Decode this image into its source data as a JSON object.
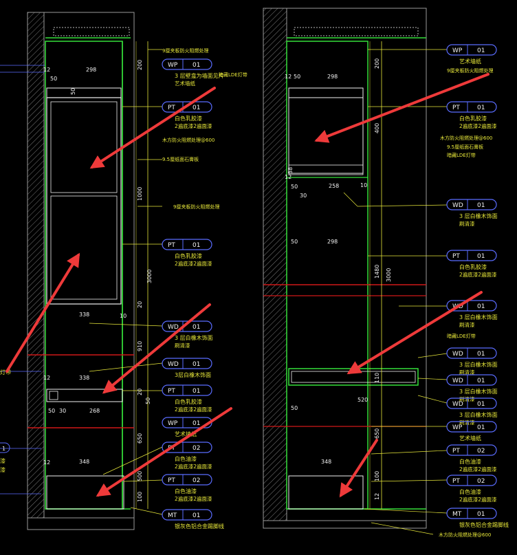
{
  "colors": {
    "background": "#000000",
    "wall_line": "#9a9a9a",
    "green": "#35e03a",
    "yellow": "#e8e83a",
    "white": "#f2f2f2",
    "blue": "#5a6cff",
    "red": "#d01818",
    "arrow": "#ee3a3a",
    "tag_border": "#5a6cff"
  },
  "left": {
    "tags": [
      {
        "code": "WP",
        "num": "01",
        "n1": "3 层壁龛为墙面见片",
        "n2": "艺术墙纸"
      },
      {
        "code": "PT",
        "num": "01",
        "n1": "白色乳胶漆",
        "n2": "2遍底漆2遍面漆"
      },
      {
        "code": "PT",
        "num": "01",
        "n1": "白色乳胶漆",
        "n2": "2遍底漆2遍面漆"
      },
      {
        "code": "WD",
        "num": "01",
        "n1": "3 层白橡木饰面",
        "n2": "刷清漆"
      },
      {
        "code": "WD",
        "num": "01",
        "n1": "3层白橡木饰面",
        "n2": ""
      },
      {
        "code": "PT",
        "num": "01",
        "n1": "白色乳胶漆",
        "n2": "2遍底漆2遍面漆"
      },
      {
        "code": "WP",
        "num": "01",
        "n1": "艺术墙纸",
        "n2": ""
      },
      {
        "code": "PT",
        "num": "02",
        "n1": "白色油漆",
        "n2": "2遍底漆2遍面漆"
      },
      {
        "code": "PT",
        "num": "02",
        "n1": "白色油漆",
        "n2": "2遍底漆2遍面漆"
      },
      {
        "code": "MT",
        "num": "01",
        "n1": "银灰色铝合金踢脚线",
        "n2": ""
      }
    ],
    "notes": [
      "9厘夹板防火阻燃处理",
      "暗藏LDE灯带",
      "木方防火阻燃处理@600",
      "9.5厘纸面石膏板",
      "9厘夹板防火阻燃处理"
    ],
    "dims": [
      "298",
      "50",
      "50",
      "200",
      "1000",
      "3000",
      "20",
      "910",
      "20",
      "50",
      "338",
      "338",
      "10",
      "268",
      "50",
      "30",
      "348",
      "650",
      "500",
      "100",
      "12",
      "12",
      "12"
    ],
    "edge_labels": [
      "灯带",
      "1",
      "漆",
      "漆"
    ]
  },
  "right": {
    "tags": [
      {
        "code": "WP",
        "num": "01",
        "n1": "艺术墙纸",
        "n2": ""
      },
      {
        "code": "PT",
        "num": "01",
        "n1": "白色乳胶漆",
        "n2": "2遍底漆2遍面漆"
      },
      {
        "code": "WD",
        "num": "01",
        "n1": "3 层白橡木饰面",
        "n2": "刷清漆"
      },
      {
        "code": "PT",
        "num": "01",
        "n1": "白色乳胶漆",
        "n2": "2遍底漆2遍面漆"
      },
      {
        "code": "WD",
        "num": "01",
        "n1": "3 层白橡木饰面",
        "n2": "刷清漆"
      },
      {
        "code": "WD",
        "num": "01",
        "n1": "3 层白橡木饰面",
        "n2": "刷清漆"
      },
      {
        "code": "WD",
        "num": "01",
        "n1": "3 层白橡木饰面",
        "n2": "刷清漆"
      },
      {
        "code": "WD",
        "num": "01",
        "n1": "3 层白橡木饰面",
        "n2": "刷清漆"
      },
      {
        "code": "WP",
        "num": "01",
        "n1": "艺术墙纸",
        "n2": ""
      },
      {
        "code": "PT",
        "num": "02",
        "n1": "白色油漆",
        "n2": "2遍底漆2遍面漆"
      },
      {
        "code": "PT",
        "num": "02",
        "n1": "白色油漆",
        "n2": "2遍底漆2遍面漆"
      },
      {
        "code": "MT",
        "num": "01",
        "n1": "银灰色铝合金踢脚线",
        "n2": ""
      }
    ],
    "notes": [
      "9厘夹板防火阻燃处理",
      "木方防火阻燃处理@600",
      "9.5厘纸面石膏板",
      "暗藏LDE灯带",
      "暗藏LDE灯带",
      "木方防火阻燃处理@600"
    ],
    "dims": [
      "50",
      "298",
      "200",
      "400",
      "38",
      "258",
      "50",
      "30",
      "10",
      "50",
      "298",
      "1480",
      "3000",
      "110",
      "520",
      "50",
      "348",
      "650",
      "100",
      "12",
      "12",
      "12"
    ]
  }
}
